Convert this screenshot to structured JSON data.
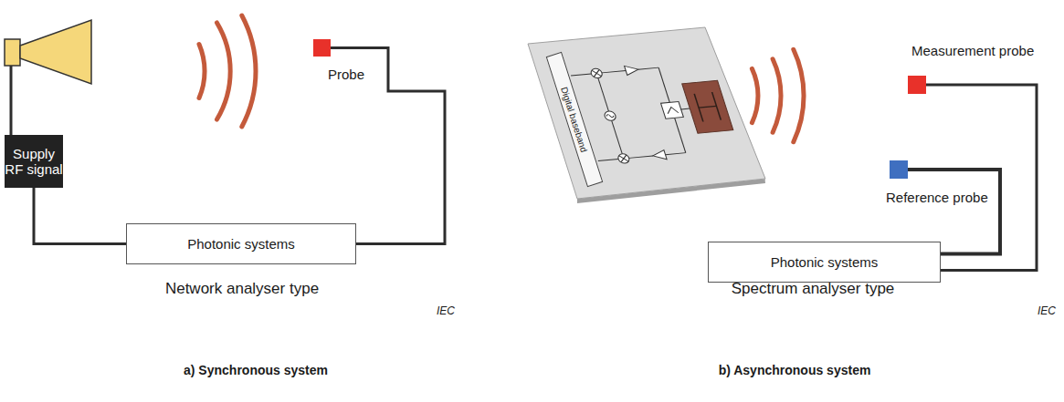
{
  "diagram": {
    "nodes": [
      {
        "text": [
          "Supply RF signal"
        ]
      },
      {
        "text": [
          "Probe"
        ]
      },
      {
        "text": [
          "Photonic systems"
        ]
      },
      {
        "text": [
          "Digital baseband"
        ]
      },
      {
        "text": [
          "Measurement probe"
        ]
      },
      {
        "text": [
          "Reference probe"
        ]
      },
      {
        "text": [
          "Photonic systems"
        ]
      }
    ],
    "edges": [
      {
        "from": 0,
        "to": 2,
        "arrow": "none"
      },
      {
        "from": 1,
        "to": 2,
        "arrow": "none"
      },
      {
        "from": 4,
        "to": 6,
        "arrow": "none"
      },
      {
        "from": 5,
        "to": 6,
        "arrow": "none"
      }
    ],
    "labels": [
      "Network analyser type",
      "IEC",
      "a) Synchronous system",
      "Spectrum analyser type",
      "IEC",
      "b) Asynchronous system"
    ]
  }
}
